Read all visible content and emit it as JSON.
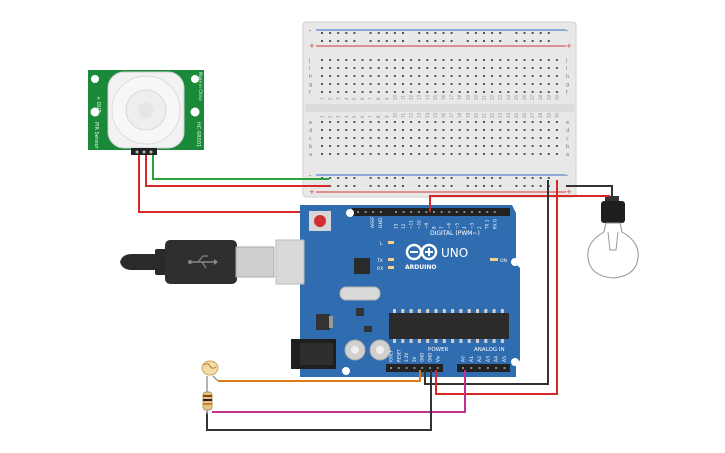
{
  "colors": {
    "board": "#2f6db0",
    "board_dark": "#1f4f86",
    "breadboard": "#e9e9e9",
    "rail_red": "#d63a3a",
    "rail_blue": "#3a68c9",
    "pir_green": "#1a8a3a",
    "wire_green": "#2aa33b",
    "wire_red": "#d62828",
    "wire_black": "#333333",
    "wire_orange": "#e07b1a",
    "wire_magenta": "#c0308f",
    "usb_black": "#2a2a2a",
    "chip": "#2b2b2b"
  },
  "breadboard": {
    "rail_plus": "+",
    "rail_minus": "-",
    "rows_top": [
      "j",
      "i",
      "h",
      "g",
      "f"
    ],
    "rows_bottom": [
      "e",
      "d",
      "c",
      "b",
      "a"
    ],
    "columns": [
      "1",
      "2",
      "3",
      "4",
      "5",
      "6",
      "7",
      "8",
      "9",
      "10",
      "11",
      "12",
      "13",
      "14",
      "15",
      "16",
      "17",
      "18",
      "19",
      "20",
      "21",
      "22",
      "23",
      "24",
      "25",
      "26",
      "27",
      "28",
      "29",
      "30"
    ]
  },
  "pir": {
    "pins_label": "+ OUT -",
    "side_label_left": "HC-SR501",
    "side_label_right": "PIR Sensor",
    "side_label_right2": "Made in China"
  },
  "arduino": {
    "brand": "ARDUINO",
    "model": "UNO",
    "digital_label": "DIGITAL (PWM~)",
    "power_label": "POWER",
    "analog_label": "ANALOG IN",
    "aref": "AREF",
    "gnd": "GND",
    "led_l": "L",
    "led_tx": "TX",
    "led_rx": "RX",
    "on_label": "ON",
    "digital_pins": [
      "13",
      "12",
      "~11",
      "~10",
      "~9",
      "8",
      "7",
      "~6",
      "~5",
      "4",
      "~3",
      "2",
      "TX 1",
      "RX 0"
    ],
    "power_pins": [
      "IOREF",
      "RESET",
      "3.3V",
      "5V",
      "GND",
      "GND",
      "Vin"
    ],
    "analog_pins": [
      "A0",
      "A1",
      "A2",
      "A3",
      "A4",
      "A5"
    ]
  },
  "bulb": {
    "icon": "light-bulb-icon"
  }
}
